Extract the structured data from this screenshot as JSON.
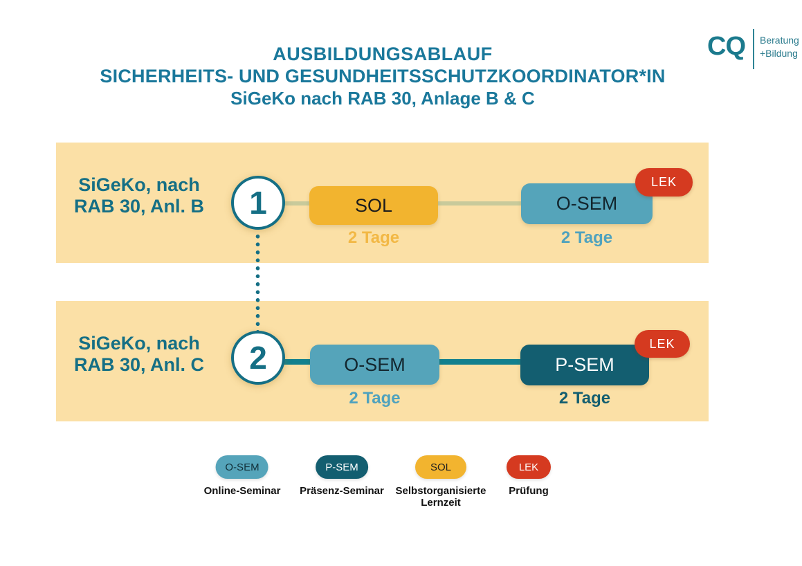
{
  "title": {
    "line1": "AUSBILDUNGSABLAUF",
    "line2": "SICHERHEITS- UND GESUNDHEITSSCHUTZKOORDINATOR*IN",
    "line3": "SiGeKo nach RAB 30, Anlage B & C"
  },
  "logo": {
    "mark": "CQ",
    "caption_line1": "Beratung",
    "caption_line2": "+Bildung"
  },
  "tracks": [
    {
      "name_line1": "SiGeKo, nach",
      "name_line2": "RAB 30, Anl. B",
      "step": "1",
      "modules": [
        {
          "code": "SOL",
          "duration": "2 Tage"
        },
        {
          "code": "O-SEM",
          "duration": "2 Tage",
          "badge": "LEK"
        }
      ]
    },
    {
      "name_line1": "SiGeKo, nach",
      "name_line2": "RAB 30, Anl. C",
      "step": "2",
      "modules": [
        {
          "code": "O-SEM",
          "duration": "2 Tage"
        },
        {
          "code": "P-SEM",
          "duration": "2 Tage",
          "badge": "LEK"
        }
      ]
    }
  ],
  "legend": [
    {
      "code": "O-SEM",
      "label": "Online-Seminar"
    },
    {
      "code": "P-SEM",
      "label": "Präsenz-Seminar"
    },
    {
      "code": "SOL",
      "label": "Selbstorganisierte Lernzeit"
    },
    {
      "code": "LEK",
      "label": "Prüfung"
    }
  ],
  "colors": {
    "band-bg": "#FBE0A6",
    "sol": "#F2B42F",
    "sol-duration": "#F2B845",
    "osem": "#55A4BA",
    "osem-duration": "#4FA2BE",
    "psem": "#135E70",
    "lek": "#D53A20",
    "teal": "#156F85",
    "title": "#1A789B",
    "connector-olive": "#C8CA9B",
    "connector-teal": "#12808E",
    "logo": "#1B7A8D"
  }
}
